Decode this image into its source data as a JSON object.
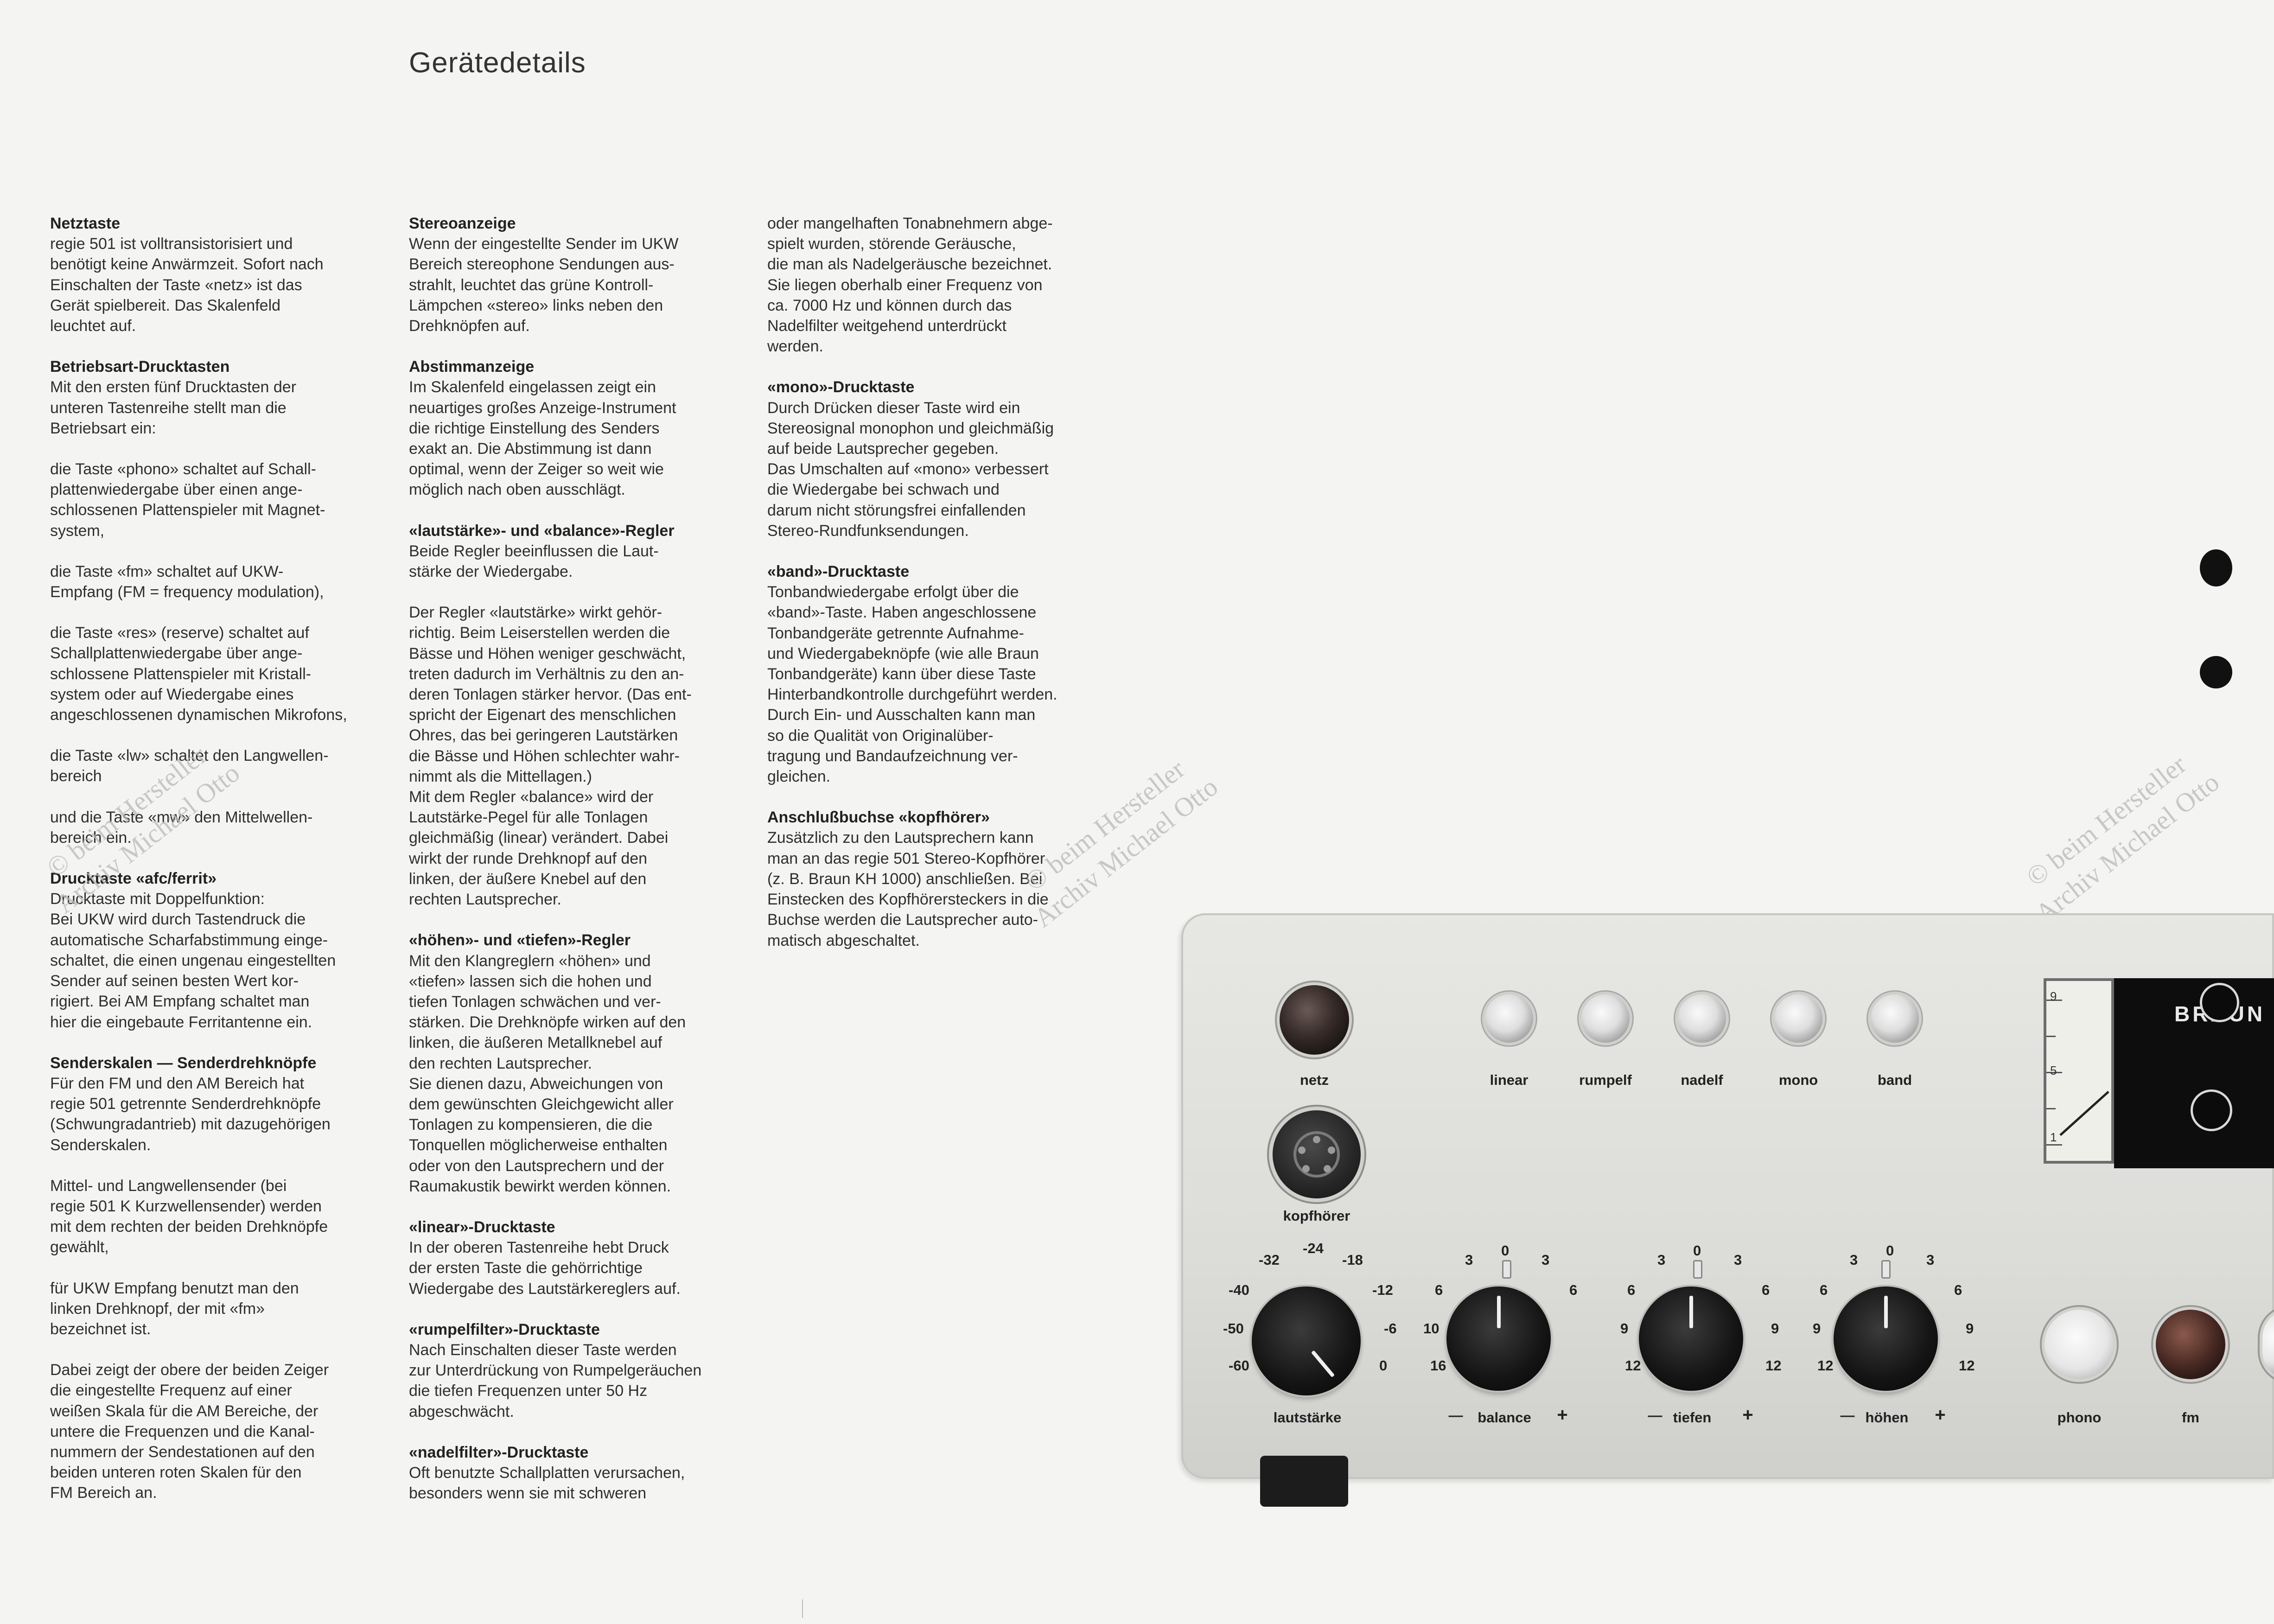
{
  "page_title": "Gerätedetails",
  "columns": [
    [
      {
        "heading": "Netztaste",
        "paragraphs": [
          "regie 501 ist volltransistorisiert und\nbenötigt keine Anwärmzeit. Sofort nach\nEinschalten der Taste «netz» ist das\nGerät spielbereit. Das Skalenfeld\nleuchtet auf."
        ]
      },
      {
        "heading": "Betriebsart-Drucktasten",
        "paragraphs": [
          "Mit den ersten fünf Drucktasten der\nunteren Tastenreihe stellt man die\nBetriebsart ein:",
          "die Taste «phono» schaltet auf Schall-\nplattenwiedergabe über einen ange-\nschlossenen Plattenspieler mit Magnet-\nsystem,",
          "die Taste «fm» schaltet auf UKW-\nEmpfang (FM = frequency modulation),",
          "die Taste «res» (reserve) schaltet auf\nSchallplattenwiedergabe über ange-\nschlossene Plattenspieler mit Kristall-\nsystem oder auf Wiedergabe eines\nangeschlossenen dynamischen Mikrofons,",
          "die Taste «lw» schaltet den Langwellen-\nbereich",
          "und die Taste «mw» den Mittelwellen-\nbereich ein."
        ]
      },
      {
        "heading": "Drucktaste «afc/ferrit»",
        "paragraphs": [
          "Drucktaste mit Doppelfunktion:\nBei UKW wird durch Tastendruck die\nautomatische Scharfabstimmung einge-\nschaltet, die einen ungenau eingestellten\nSender auf seinen besten Wert kor-\nrigiert. Bei AM Empfang schaltet man\nhier die eingebaute Ferritantenne ein."
        ]
      },
      {
        "heading": "Senderskalen — Senderdrehknöpfe",
        "paragraphs": [
          "Für den FM und den AM Bereich hat\nregie 501 getrennte Senderdrehknöpfe\n(Schwungradantrieb) mit dazugehörigen\nSenderskalen.",
          "Mittel- und Langwellensender (bei\nregie 501 K Kurzwellensender) werden\nmit dem rechten der beiden Drehknöpfe\ngewählt,",
          "für UKW Empfang benutzt man den\nlinken Drehknopf, der mit «fm»\nbezeichnet ist.",
          "Dabei zeigt der obere der beiden Zeiger\ndie eingestellte Frequenz auf einer\nweißen Skala für die AM Bereiche, der\nuntere die Frequenzen und die Kanal-\nnummern der Sendestationen auf den\nbeiden unteren roten Skalen für den\nFM Bereich an."
        ]
      }
    ],
    [
      {
        "heading": "Stereoanzeige",
        "paragraphs": [
          "Wenn der eingestellte Sender im UKW\nBereich stereophone Sendungen aus-\nstrahlt, leuchtet das grüne Kontroll-\nLämpchen «stereo» links neben den\nDrehknöpfen auf."
        ]
      },
      {
        "heading": "Abstimmanzeige",
        "paragraphs": [
          "Im Skalenfeld eingelassen zeigt ein\nneuartiges großes Anzeige-Instrument\ndie richtige Einstellung des Senders\nexakt an. Die Abstimmung ist dann\noptimal, wenn der Zeiger so weit wie\nmöglich nach oben ausschlägt."
        ]
      },
      {
        "heading": "«lautstärke»- und «balance»-Regler",
        "paragraphs": [
          "Beide Regler beeinflussen die Laut-\nstärke der Wiedergabe.",
          "Der Regler «lautstärke» wirkt gehör-\nrichtig. Beim Leiserstellen werden die\nBässe und Höhen weniger geschwächt,\ntreten dadurch im Verhältnis zu den an-\nderen Tonlagen stärker hervor. (Das ent-\nspricht der Eigenart des menschlichen\nOhres, das bei geringeren Lautstärken\ndie Bässe und Höhen schlechter wahr-\nnimmt als die Mittellagen.)\nMit dem Regler «balance» wird der\nLautstärke-Pegel für alle Tonlagen\ngleichmäßig (linear) verändert. Dabei\nwirkt der runde Drehknopf auf den\nlinken, der äußere Knebel auf den\nrechten Lautsprecher."
        ]
      },
      {
        "heading": "«höhen»- und «tiefen»-Regler",
        "paragraphs": [
          "Mit den Klangreglern «höhen» und\n«tiefen» lassen sich die hohen und\ntiefen Tonlagen schwächen und ver-\nstärken. Die Drehknöpfe wirken auf den\nlinken, die äußeren Metallknebel auf\nden rechten Lautsprecher.\nSie dienen dazu, Abweichungen von\ndem gewünschten Gleichgewicht aller\nTonlagen zu kompensieren, die die\nTonquellen möglicherweise enthalten\noder von den Lautsprechern und der\nRaumakustik bewirkt werden können."
        ]
      },
      {
        "heading": "«linear»-Drucktaste",
        "paragraphs": [
          "In der oberen Tastenreihe hebt Druck\nder ersten Taste die gehörrichtige\nWiedergabe des Lautstärkereglers auf."
        ]
      },
      {
        "heading": "«rumpelfilter»-Drucktaste",
        "paragraphs": [
          "Nach Einschalten dieser Taste werden\nzur Unterdrückung von Rumpelgeräuchen\ndie tiefen Frequenzen unter 50 Hz\nabgeschwächt."
        ]
      },
      {
        "heading": "«nadelfilter»-Drucktaste",
        "paragraphs": [
          "Oft benutzte Schallplatten verursachen,\nbesonders wenn sie mit schweren"
        ]
      }
    ],
    [
      {
        "heading": "",
        "paragraphs": [
          "oder mangelhaften Tonabnehmern abge-\nspielt wurden, störende Geräusche,\ndie man als Nadelgeräusche bezeichnet.\nSie liegen oberhalb einer Frequenz von\nca. 7000 Hz und können durch das\nNadelfilter weitgehend unterdrückt\nwerden."
        ]
      },
      {
        "heading": "«mono»-Drucktaste",
        "paragraphs": [
          "Durch Drücken dieser Taste wird ein\nStereosignal monophon und gleichmäßig\nauf beide Lautsprecher gegeben.\nDas Umschalten auf «mono» verbessert\ndie Wiedergabe bei schwach und\ndarum nicht störungsfrei einfallenden\nStereo-Rundfunksendungen."
        ]
      },
      {
        "heading": "«band»-Drucktaste",
        "paragraphs": [
          "Tonbandwiedergabe erfolgt über die\n«band»-Taste. Haben angeschlossene\nTonbandgeräte getrennte Aufnahme-\nund Wiedergabeknöpfe (wie alle Braun\nTonbandgeräte) kann über diese Taste\nHinterbandkontrolle durchgeführt werden.\nDurch Ein- und Ausschalten kann man\nso die Qualität von Originalüber-\ntragung und Bandaufzeichnung ver-\ngleichen."
        ]
      },
      {
        "heading": "Anschlußbuchse «kopfhörer»",
        "paragraphs": [
          "Zusätzlich zu den Lautsprechern kann\nman an das regie 501 Stereo-Kopfhörer\n(z. B. Braun KH 1000) anschließen. Bei\nEinstecken des Kopfhörersteckers in die\nBuchse werden die Lautsprecher auto-\nmatisch abgeschaltet."
        ]
      }
    ]
  ],
  "watermark": {
    "line1": "© beim Hersteller",
    "line2": "Archiv Michael Otto"
  },
  "amplifier": {
    "brand": "BRAUN",
    "buttons_top": [
      "linear",
      "rumpelf",
      "nadelf",
      "mono",
      "band"
    ],
    "netz": "netz",
    "kopfhoerer": "kopfhörer",
    "knob_labels": {
      "lautstaerke": "lautstärke",
      "balance": "balance",
      "tiefen": "tiefen",
      "hoehen": "höhen"
    },
    "minus": "—",
    "plus": "+",
    "bottom_buttons": [
      "phono",
      "fm"
    ],
    "volume_scale": [
      "-32",
      "-24",
      "-18",
      "-12",
      "-6",
      "0",
      "-40",
      "-50",
      "-60"
    ],
    "balance_scale": [
      "3",
      "0",
      "3",
      "6",
      "6",
      "10",
      "16"
    ],
    "tone_scale": [
      "3",
      "0",
      "3",
      "6",
      "6",
      "9",
      "9",
      "12",
      "12"
    ],
    "meter_scale": [
      "9",
      "5",
      "1"
    ]
  }
}
